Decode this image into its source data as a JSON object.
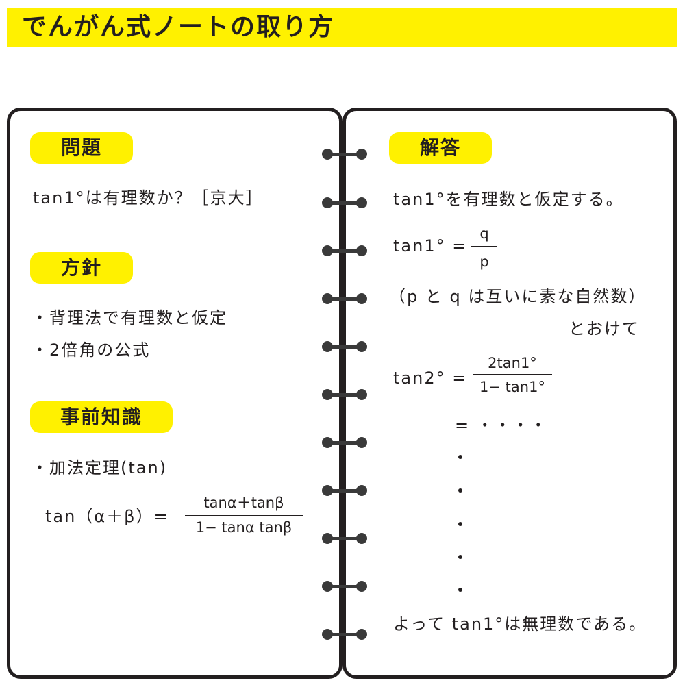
{
  "title": "でんがん式ノートの取り方",
  "left": {
    "problem_label": "問題",
    "problem_text": "tan1°は有理数か？［京大］",
    "policy_label": "方針",
    "policy_items": [
      "・背理法で有理数と仮定",
      "・2倍角の公式"
    ],
    "knowledge_label": "事前知識",
    "knowledge_item": "・加法定理(tan)",
    "formula": {
      "lhs": "tan（α＋β）=",
      "numerator": "tanα＋tanβ",
      "denominator": "1− tanα tanβ"
    }
  },
  "right": {
    "answer_label": "解答",
    "line1": "tan1°を有理数と仮定する。",
    "eq1": {
      "lhs": "tan1° =",
      "numerator": "q",
      "denominator": "p"
    },
    "condition": "（p と q は互いに素な自然数）",
    "condition_tail": "とおけて",
    "eq2": {
      "lhs": "tan2° =",
      "numerator": "2tan1°",
      "denominator": "1− tan1°"
    },
    "eq3": "= ・・・・",
    "conclusion": "よって tan1°は無理数である。"
  }
}
